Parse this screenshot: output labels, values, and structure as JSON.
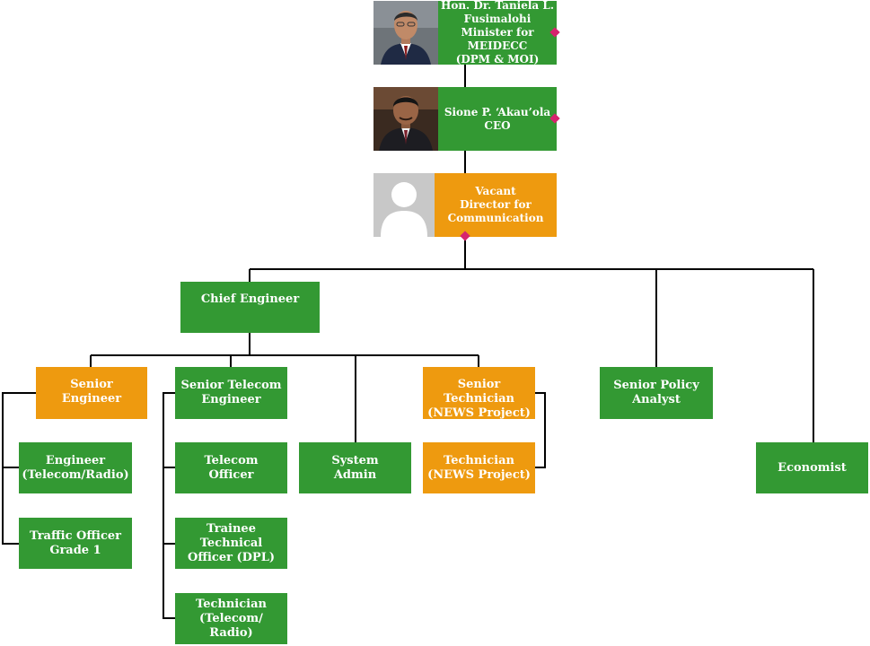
{
  "executives": [
    {
      "lines": [
        "Hon. Dr. Taniela L.",
        "Fusimalohi",
        "Minister for MEIDECC",
        "(DPM & MOI)"
      ],
      "color": "#339933",
      "photo": "person-photo-minister"
    },
    {
      "lines": [
        "Sione P. ‘Akau’ola",
        "CEO"
      ],
      "color": "#339933",
      "photo": "person-photo-ceo"
    },
    {
      "lines": [
        "Vacant",
        "Director for",
        "Communication"
      ],
      "color": "#ee9a0f",
      "photo": "placeholder-avatar"
    }
  ],
  "positions": {
    "chief_engineer": [
      "Chief Engineer"
    ],
    "senior_engineer": [
      "Senior Engineer"
    ],
    "senior_telecom_engineer": [
      "Senior Telecom",
      "Engineer"
    ],
    "system_admin": [
      "System",
      "Admin"
    ],
    "senior_technician": [
      "Senior Technician",
      "(NEWS Project)"
    ],
    "senior_policy_analyst": [
      "Senior Policy",
      "Analyst"
    ],
    "economist": [
      "Economist"
    ],
    "engineer": [
      "Engineer",
      "(Telecom/Radio)"
    ],
    "traffic_officer": [
      "Traffic Officer",
      "Grade 1"
    ],
    "telecom_officer": [
      "Telecom",
      "Officer"
    ],
    "trainee_technical_officer": [
      "Trainee Technical",
      "Officer (DPL)"
    ],
    "technician_telecom": [
      "Technician",
      "(Telecom/",
      "Radio)"
    ],
    "technician_news": [
      "Technician",
      "(NEWS Project)"
    ]
  },
  "colors": {
    "green": "#339933",
    "orange": "#ee9a0f",
    "line": "#000000",
    "marker": "#d6246e"
  }
}
